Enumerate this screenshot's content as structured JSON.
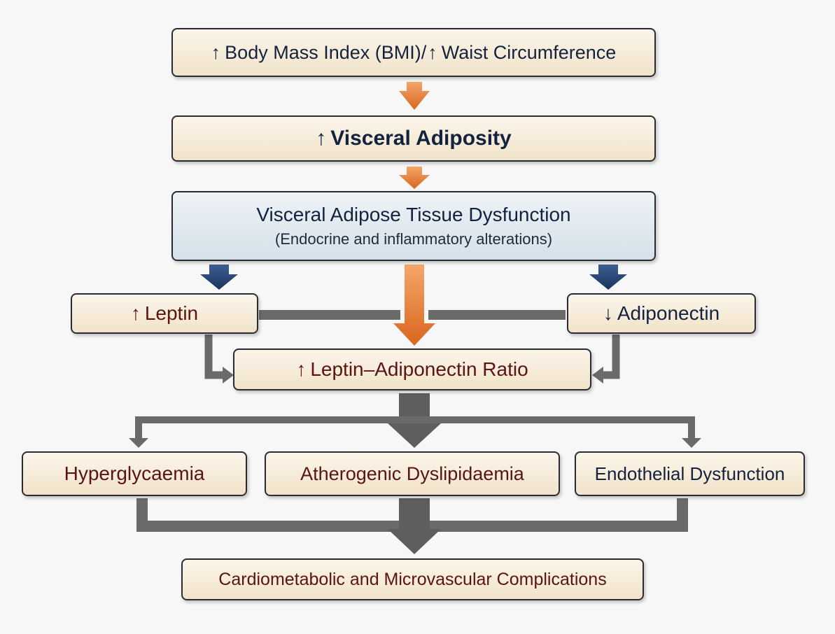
{
  "colors": {
    "orange_arrow": "#e07a2e",
    "blue_arrow": "#1f3c6b",
    "gray_connector": "#666666",
    "box_fill": "#f5e9d4",
    "box_blue_fill": "#dfe8ef",
    "navy_text": "#13233f",
    "maroon_text": "#5a1414"
  },
  "nodes": {
    "bmi": {
      "arrow": "↑",
      "label_a": "Body Mass Index (BMI)/",
      "arrow2": "↑",
      "label_b": "Waist Circumference"
    },
    "visceral_adiposity": {
      "arrow": "↑",
      "label": "Visceral Adiposity"
    },
    "vat_dysfunction": {
      "title": "Visceral Adipose Tissue Dysfunction",
      "subtitle": "(Endocrine and inflammatory alterations)"
    },
    "leptin": {
      "arrow": "↑",
      "label": "Leptin"
    },
    "adiponectin": {
      "arrow": "↓",
      "label": "Adiponectin"
    },
    "ratio": {
      "arrow": "↑",
      "label": "Leptin–Adiponectin Ratio"
    },
    "hyperglycaemia": {
      "label": "Hyperglycaemia"
    },
    "dyslipidaemia": {
      "label": "Atherogenic Dyslipidaemia"
    },
    "endothelial": {
      "label": "Endothelial Dysfunction"
    },
    "complications": {
      "label": "Cardiometabolic and Microvascular Complications"
    }
  }
}
